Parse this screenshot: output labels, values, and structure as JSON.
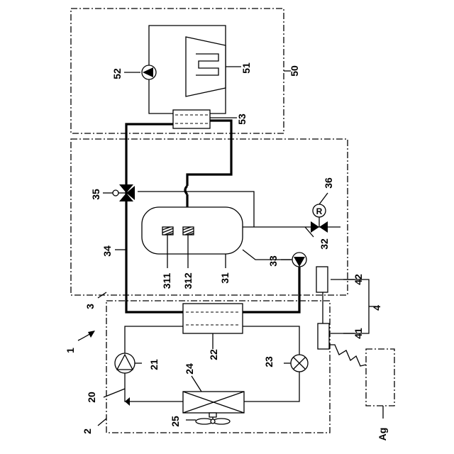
{
  "labels": {
    "system": "1",
    "heat_pump_box": "2",
    "refrigerant_circuit": "20",
    "compressor": "21",
    "water_refrigerant_hx": "22",
    "expansion_valve": "23",
    "outdoor_hx": "24",
    "fan": "25",
    "hot_water_unit": "3",
    "tank": "31",
    "sensor_1": "311",
    "sensor_2": "312",
    "pipe_32": "32",
    "pump_33": "33",
    "pipe_34": "34",
    "three_way_valve": "35",
    "pressure_valve": "36",
    "controller_group": "4",
    "controller_41": "41",
    "controller_42": "42",
    "heating_unit": "50",
    "radiator": "51",
    "pump_52": "52",
    "hx_53": "53",
    "aggregator": "Ag",
    "pressure_symbol": "R"
  }
}
